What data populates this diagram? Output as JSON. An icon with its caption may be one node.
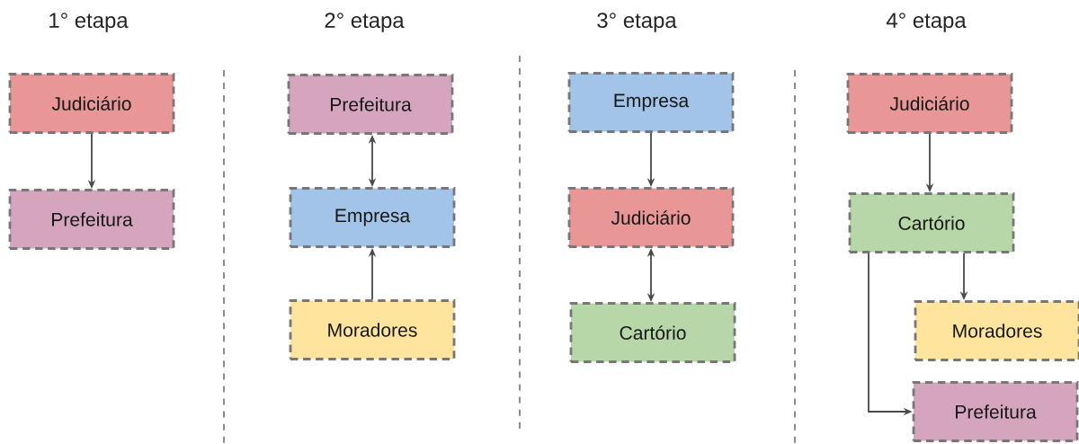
{
  "diagram": {
    "nodes": [
      {
        "text": [
          "Judiciário"
        ]
      },
      {
        "text": [
          "Prefeitura"
        ]
      },
      {
        "text": [
          "Prefeitura"
        ]
      },
      {
        "text": [
          "Empresa"
        ]
      },
      {
        "text": [
          "Moradores"
        ]
      },
      {
        "text": [
          "Empresa"
        ]
      },
      {
        "text": [
          "Judiciário"
        ]
      },
      {
        "text": [
          "Cartório"
        ]
      },
      {
        "text": [
          "Judiciário"
        ]
      },
      {
        "text": [
          "Cartório"
        ]
      },
      {
        "text": [
          "Moradores"
        ]
      },
      {
        "text": [
          "Prefeitura"
        ]
      }
    ],
    "edges": [
      {
        "from": 0,
        "to": 1,
        "arrow": "to"
      },
      {
        "from": 3,
        "to": 2,
        "arrow": "both"
      },
      {
        "from": 4,
        "to": 3,
        "arrow": "to"
      },
      {
        "from": 5,
        "to": 6,
        "arrow": "to"
      },
      {
        "from": 6,
        "to": 7,
        "arrow": "both"
      },
      {
        "from": 8,
        "to": 9,
        "arrow": "to"
      },
      {
        "from": 9,
        "to": 10,
        "arrow": "to"
      },
      {
        "from": 9,
        "to": 11,
        "arrow": "to"
      }
    ],
    "labels": [
      "1° etapa",
      "2° etapa",
      "3° etapa",
      "4° etapa"
    ]
  }
}
